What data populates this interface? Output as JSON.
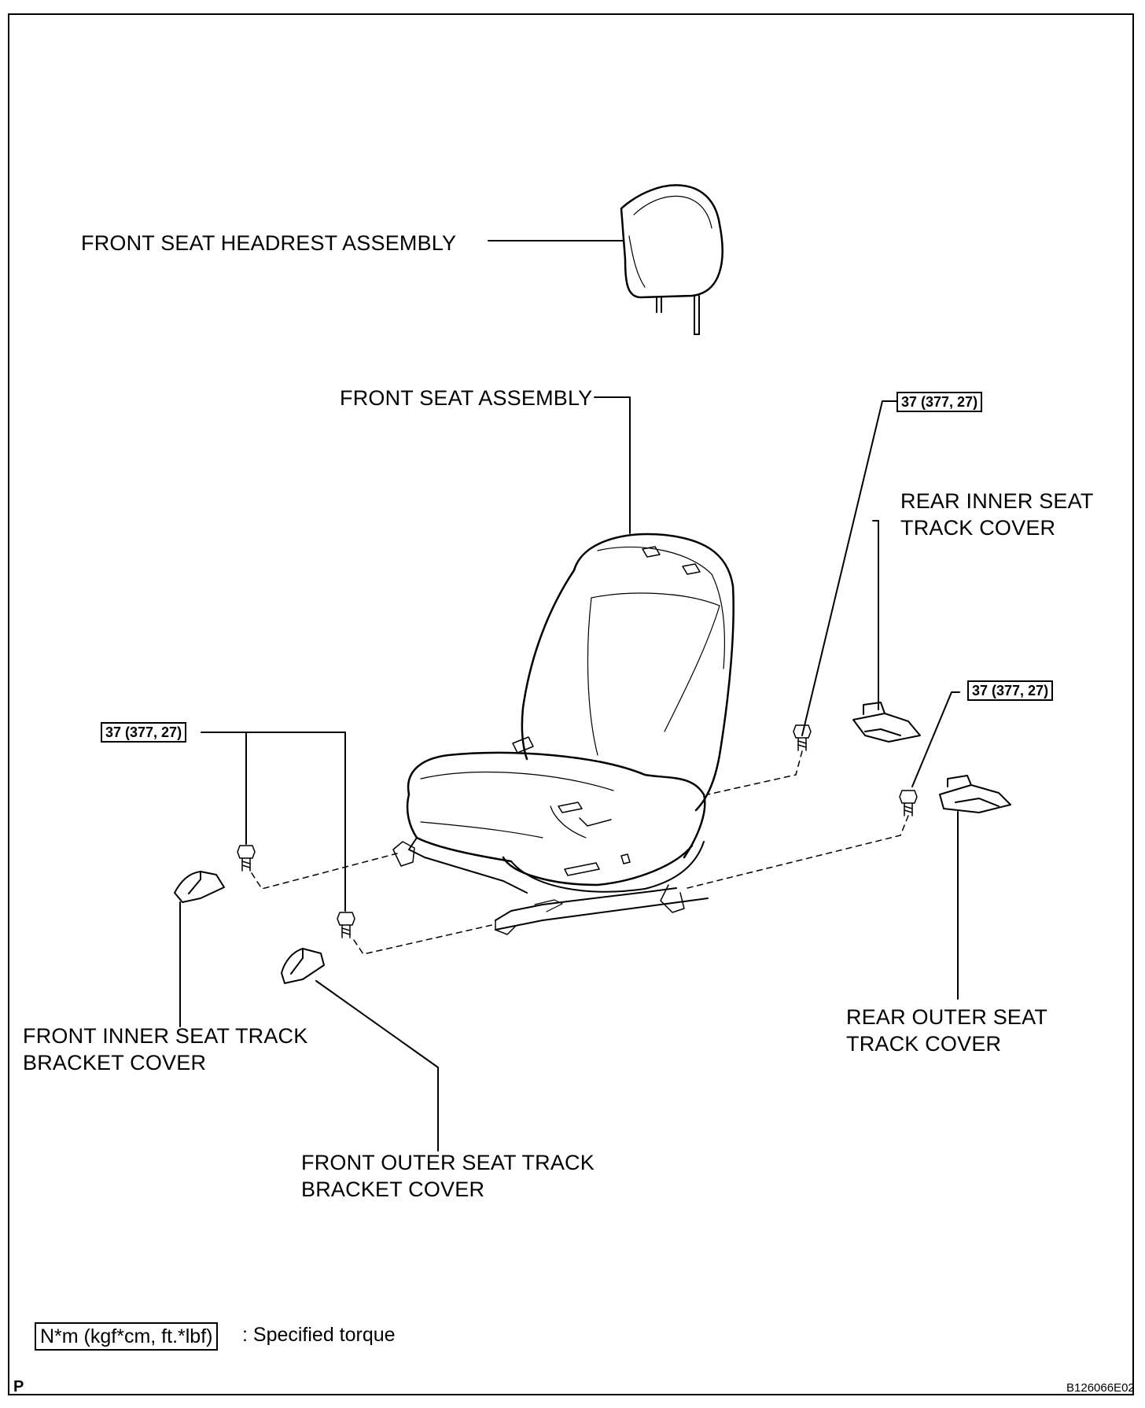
{
  "labels": {
    "headrest": "FRONT SEAT HEADREST ASSEMBLY",
    "seat": "FRONT SEAT ASSEMBLY",
    "rear_inner_1": "REAR  INNER SEAT",
    "rear_inner_2": "TRACK COVER",
    "rear_outer_1": "REAR OUTER SEAT",
    "rear_outer_2": "TRACK COVER",
    "front_inner_1": "FRONT INNER SEAT TRACK",
    "front_inner_2": "BRACKET COVER",
    "front_outer_1": "FRONT OUTER SEAT TRACK",
    "front_outer_2": "BRACKET COVER"
  },
  "torque": {
    "rear_inner": "37 (377, 27)",
    "rear_outer": "37 (377, 27)",
    "front": "37 (377, 27)"
  },
  "legend": {
    "unit": "N*m (kgf*cm, ft.*lbf)",
    "text": ": Specified torque"
  },
  "corner_letter": "P",
  "figure_code": "B126066E02"
}
